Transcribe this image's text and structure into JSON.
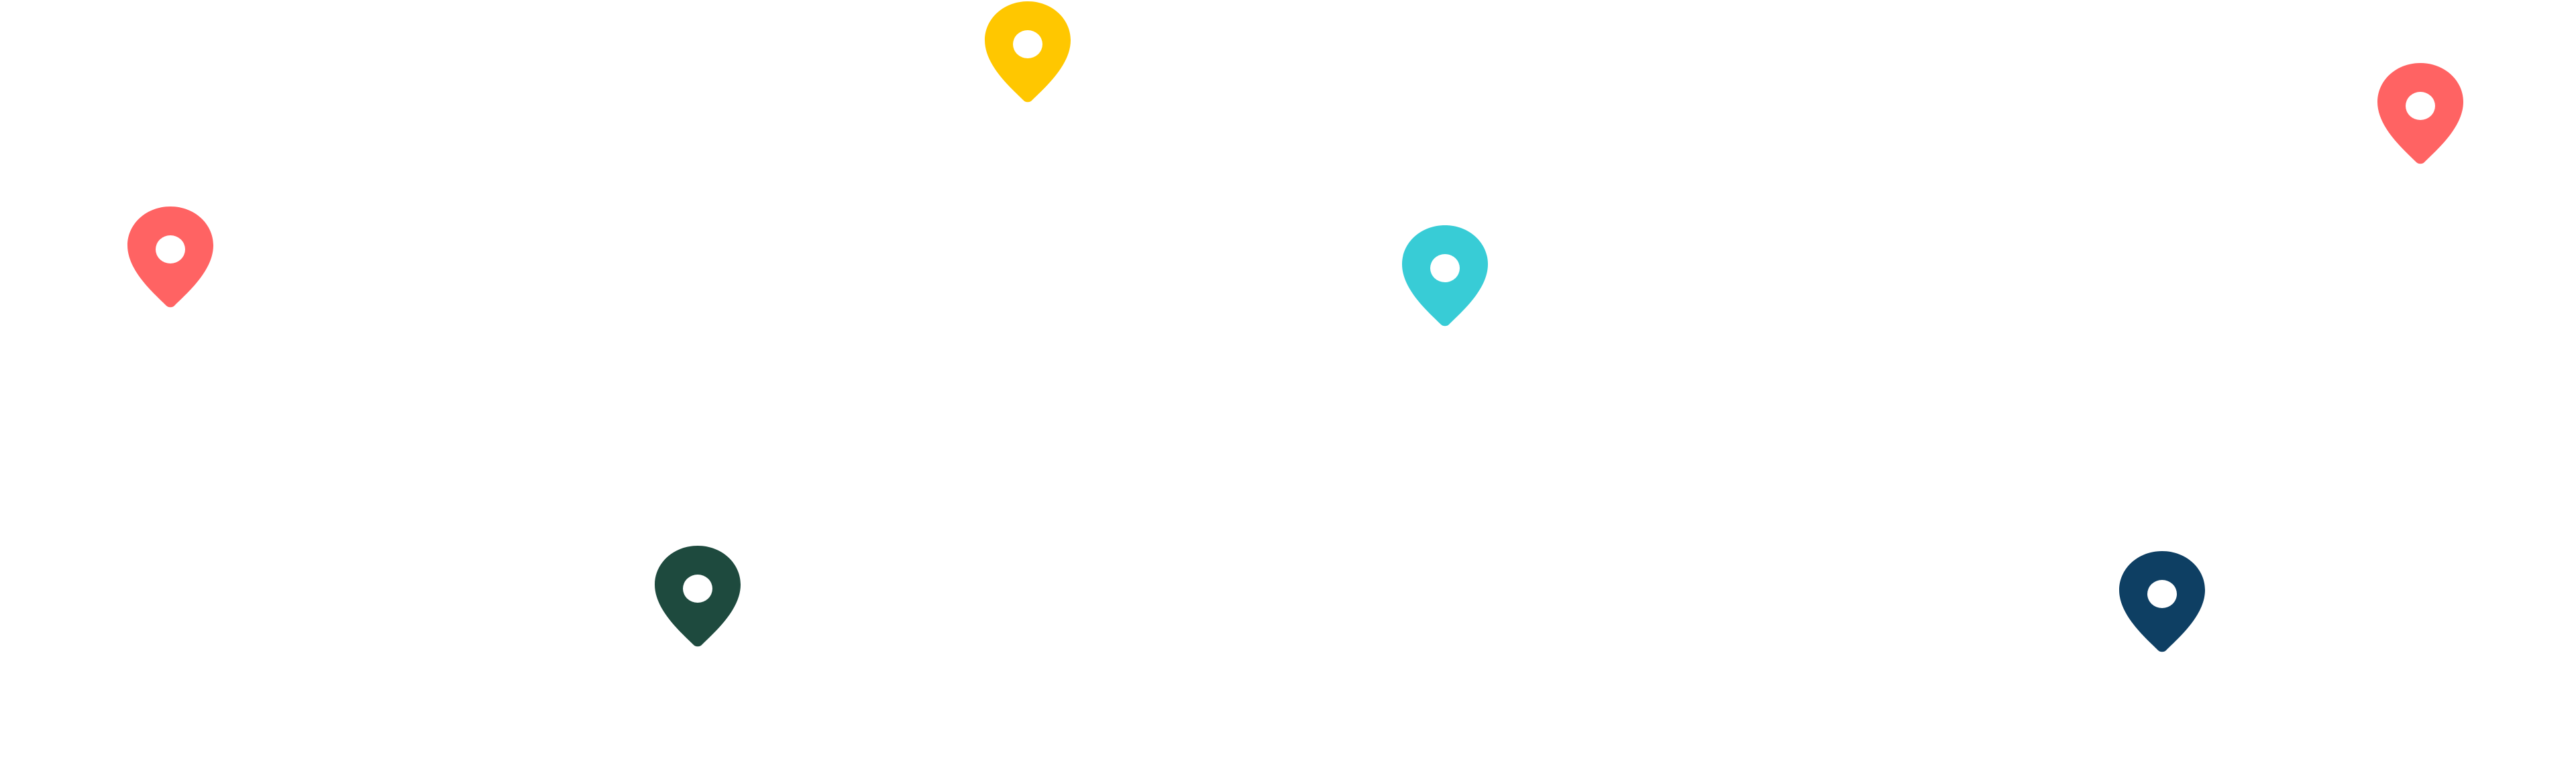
{
  "pins": [
    {
      "id": "pin-1",
      "icon": "map-pin-icon",
      "color": "#FFC700"
    },
    {
      "id": "pin-2",
      "icon": "map-pin-icon",
      "color": "#FF6363"
    },
    {
      "id": "pin-3",
      "icon": "map-pin-icon",
      "color": "#FF6363"
    },
    {
      "id": "pin-4",
      "icon": "map-pin-icon",
      "color": "#38CCD6"
    },
    {
      "id": "pin-5",
      "icon": "map-pin-icon",
      "color": "#1E4A3E"
    },
    {
      "id": "pin-6",
      "icon": "map-pin-icon",
      "color": "#0E3F63"
    }
  ]
}
